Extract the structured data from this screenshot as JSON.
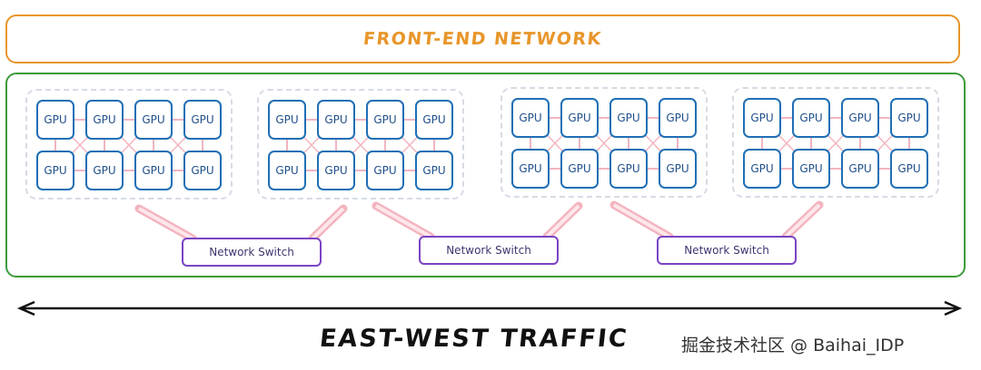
{
  "front_end": {
    "label": "FRONT-END NETWORK"
  },
  "gpu_label": "GPU",
  "switches": [
    {
      "label": "Network Switch"
    },
    {
      "label": "Network Switch"
    },
    {
      "label": "Network Switch"
    }
  ],
  "traffic": {
    "label": "EAST-WEST TRAFFIC"
  },
  "watermark": "掘金技术社区 @ Baihai_IDP",
  "colors": {
    "front_end_border": "#e8962a",
    "cluster_border": "#3d9a3a",
    "gpu_border": "#1f6fb5",
    "switch_border": "#7b43c4",
    "link": "#f3b5c0",
    "group_border": "#d5dbe4"
  }
}
